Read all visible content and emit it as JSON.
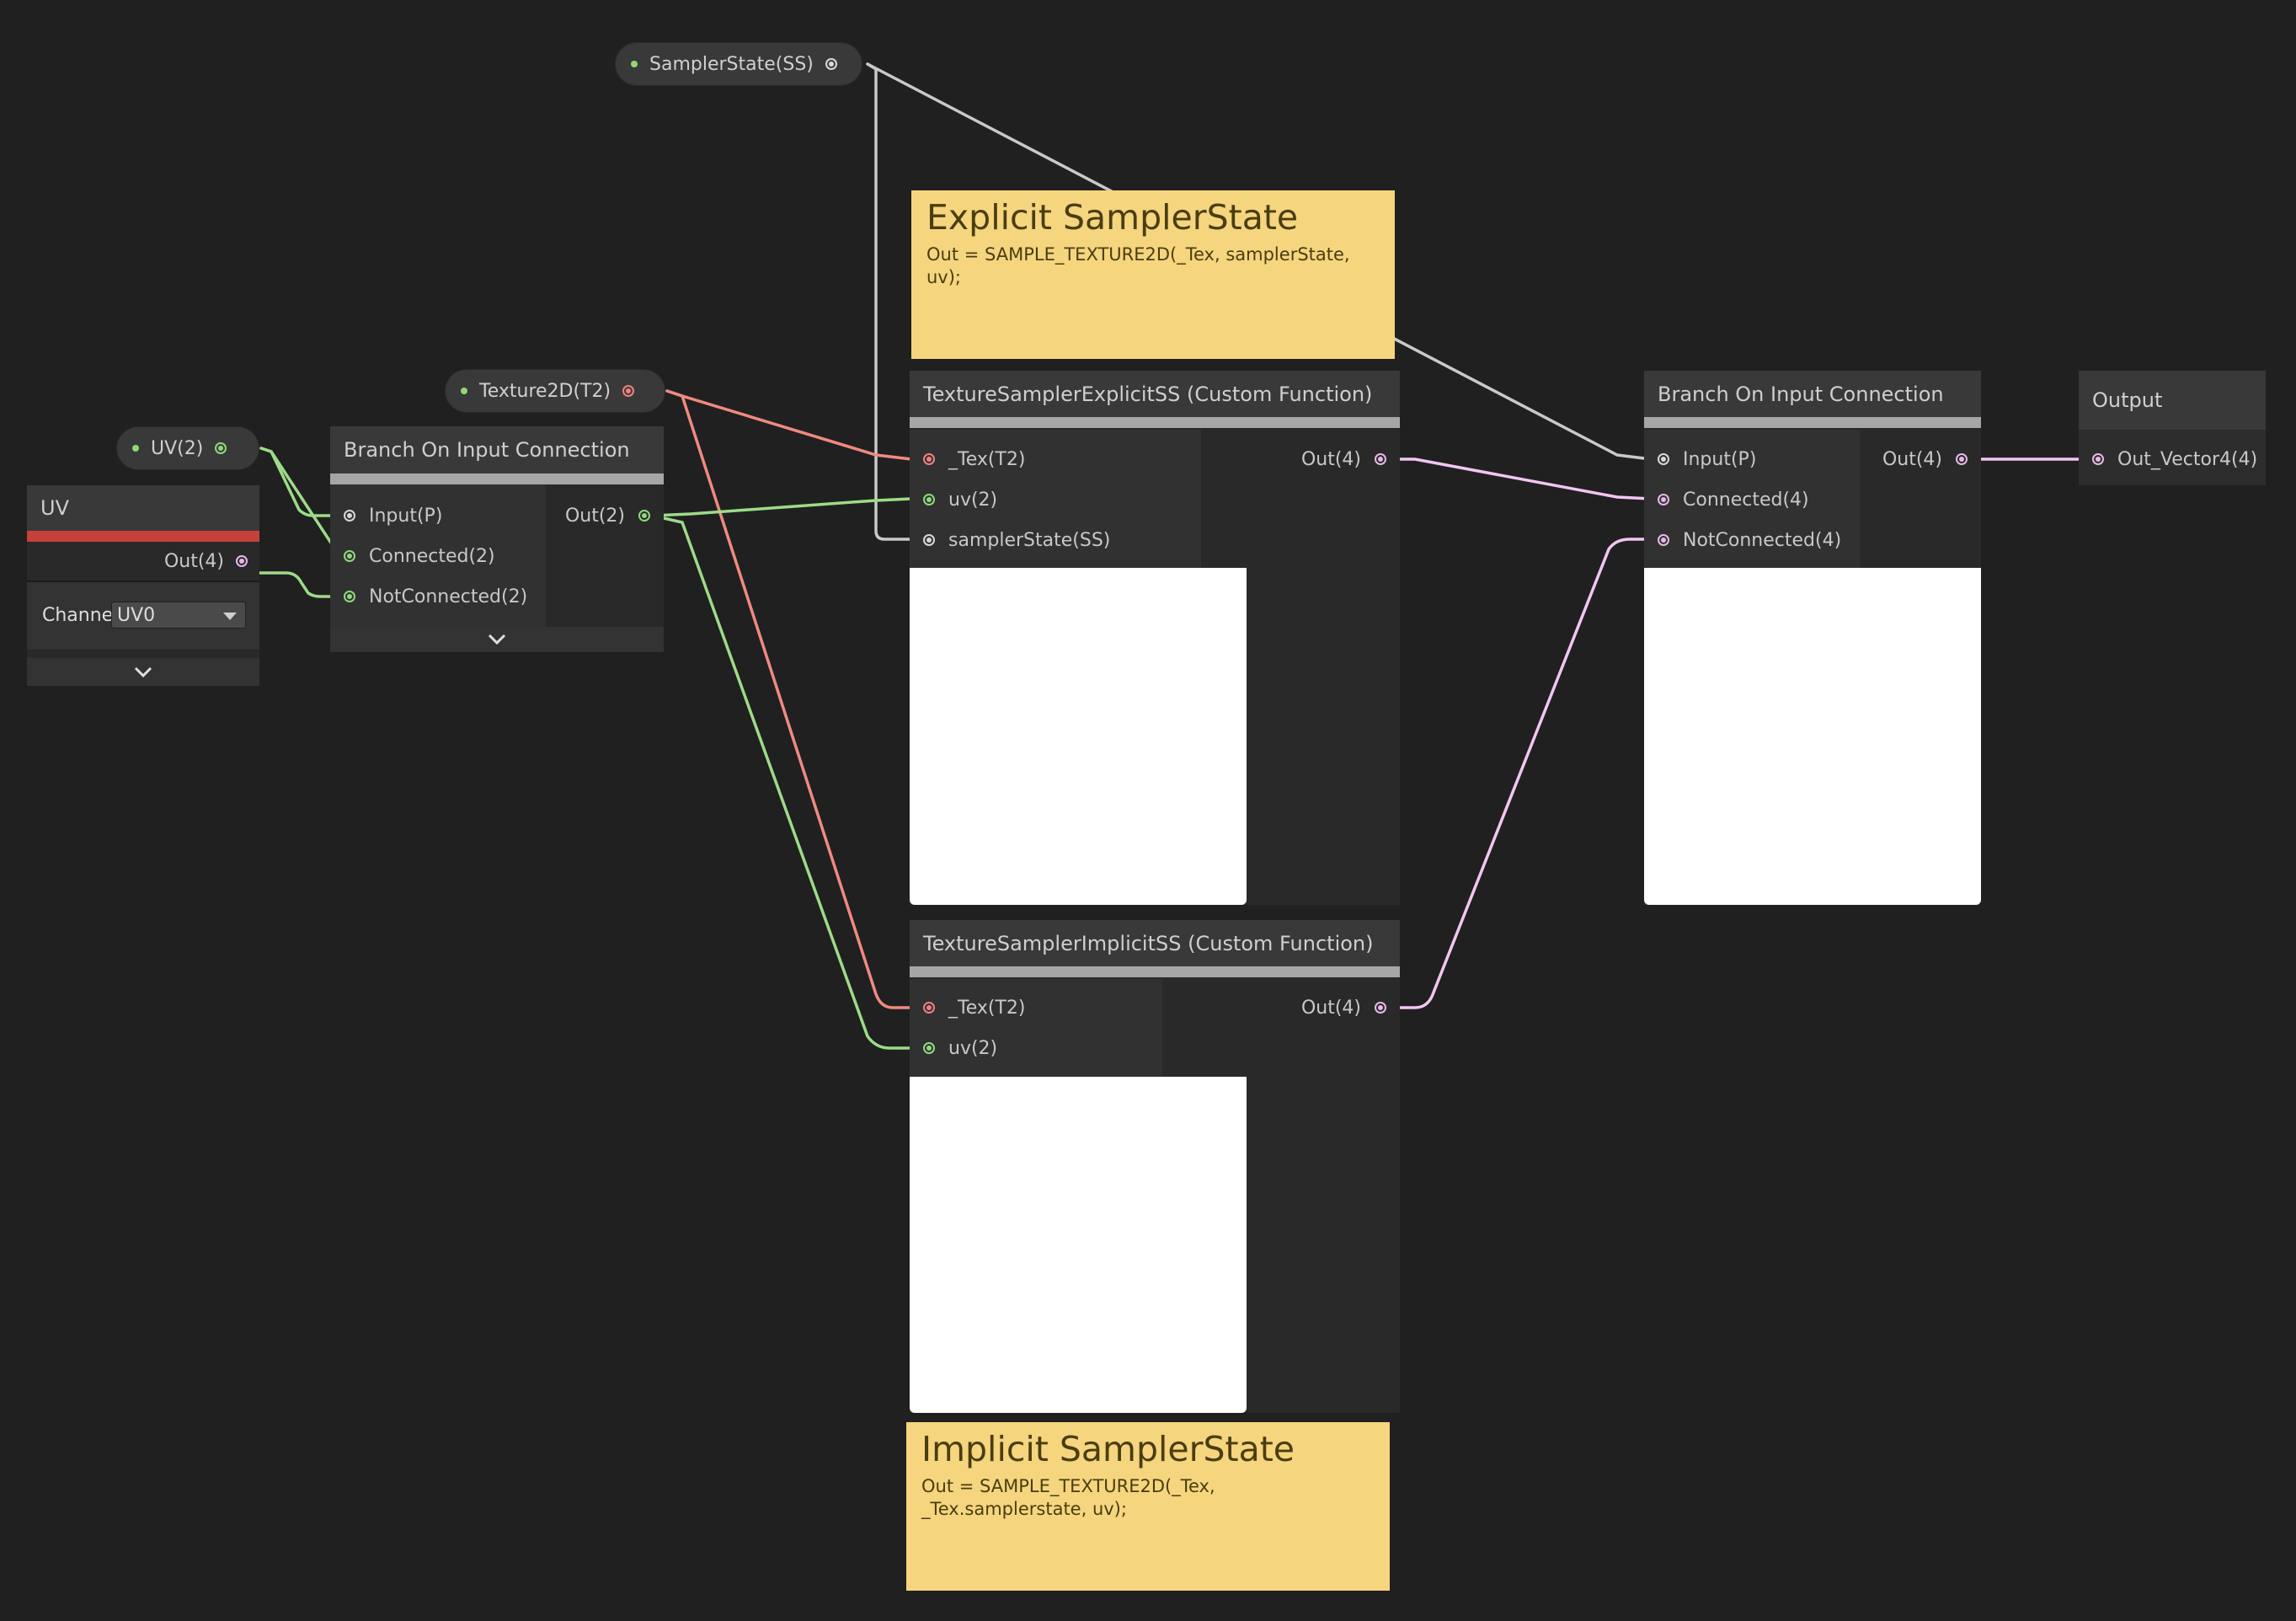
{
  "colors": {
    "background": "#202020",
    "wire_green": "#9edb88",
    "wire_red": "#f08a80",
    "wire_pink": "#f2c6f2",
    "wire_gray": "#c9c9c9",
    "sticky": "#f5d57e",
    "uv_bar": "#c8403a"
  },
  "properties": {
    "sampler": "SamplerState(SS)",
    "texture": "Texture2D(T2)",
    "uv": "UV(2)"
  },
  "uv_node": {
    "title": "UV",
    "out": "Out(4)",
    "channel_label": "Channe",
    "channel_value": "UV0"
  },
  "branch_left": {
    "title": "Branch On Input Connection",
    "inputs": [
      "Input(P)",
      "Connected(2)",
      "NotConnected(2)"
    ],
    "out": "Out(2)"
  },
  "explicit_node": {
    "title": "TextureSamplerExplicitSS (Custom Function)",
    "inputs": [
      "_Tex(T2)",
      "uv(2)",
      "samplerState(SS)"
    ],
    "out": "Out(4)"
  },
  "implicit_node": {
    "title": "TextureSamplerImplicitSS (Custom Function)",
    "inputs": [
      "_Tex(T2)",
      "uv(2)"
    ],
    "out": "Out(4)"
  },
  "branch_right": {
    "title": "Branch On Input Connection",
    "inputs": [
      "Input(P)",
      "Connected(4)",
      "NotConnected(4)"
    ],
    "out": "Out(4)"
  },
  "output_node": {
    "title": "Output",
    "input": "Out_Vector4(4)"
  },
  "sticky_explicit": {
    "title": "Explicit SamplerState",
    "body": "Out = SAMPLE_TEXTURE2D(_Tex, samplerState, uv);"
  },
  "sticky_implicit": {
    "title": "Implicit SamplerState",
    "body": "Out = SAMPLE_TEXTURE2D(_Tex, _Tex.samplerstate, uv);"
  }
}
